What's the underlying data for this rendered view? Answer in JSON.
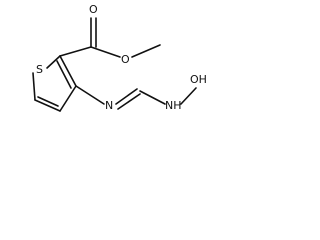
{
  "molecule": {
    "atoms": {
      "o_carbonyl": "O",
      "o_ester": "O",
      "s_ring": "S",
      "n_imine": "N",
      "nh": "NH",
      "oh": "OH"
    }
  },
  "colors": {
    "bond": "#111111",
    "background": "#ffffff",
    "label": "#111111"
  }
}
